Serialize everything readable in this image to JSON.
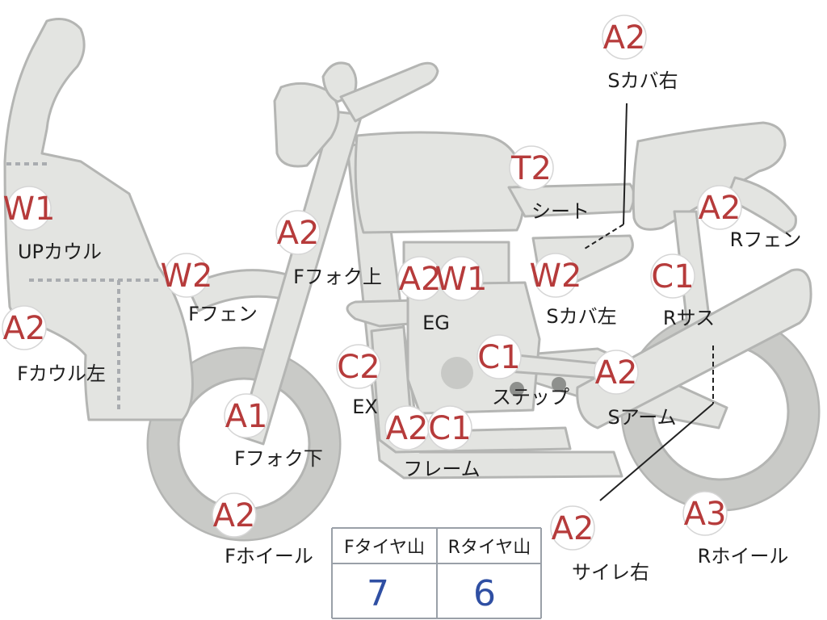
{
  "markers": [
    {
      "id": "s-cover-right",
      "code": "A2",
      "label": "Sカバ右"
    },
    {
      "id": "up-cowl",
      "code": "W1",
      "label": "UPカウル"
    },
    {
      "id": "seat",
      "code": "T2",
      "label": "シート"
    },
    {
      "id": "r-fender",
      "code": "A2",
      "label": "Rフェン"
    },
    {
      "id": "f-fork-upper",
      "code": "A2",
      "label": "Fフォク上"
    },
    {
      "id": "f-fender",
      "code": "W2",
      "label": "Fフェン"
    },
    {
      "id": "eg",
      "code": "A2",
      "label": "EG"
    },
    {
      "id": "eg-w1",
      "code": "W1",
      "label": ""
    },
    {
      "id": "s-cover-left",
      "code": "W2",
      "label": "Sカバ左"
    },
    {
      "id": "r-suspension",
      "code": "C1",
      "label": "Rサス"
    },
    {
      "id": "f-cowl-left",
      "code": "A2",
      "label": "Fカウル左"
    },
    {
      "id": "ex",
      "code": "C2",
      "label": "EX"
    },
    {
      "id": "step",
      "code": "C1",
      "label": "ステップ"
    },
    {
      "id": "s-arm",
      "code": "A2",
      "label": "Sアーム"
    },
    {
      "id": "f-fork-lower",
      "code": "A1",
      "label": "Fフォク下"
    },
    {
      "id": "frame",
      "code": "A2",
      "label": "フレーム"
    },
    {
      "id": "frame-c1",
      "code": "C1",
      "label": ""
    },
    {
      "id": "f-wheel",
      "code": "A2",
      "label": "Fホイール"
    },
    {
      "id": "silencer-right",
      "code": "A2",
      "label": "サイレ右"
    },
    {
      "id": "r-wheel",
      "code": "A3",
      "label": "Rホイール"
    }
  ],
  "tire_table": {
    "headers": [
      "Fタイヤ山",
      "Rタイヤ山"
    ],
    "values": [
      "7",
      "6"
    ]
  },
  "colors": {
    "marker_code": "#b63b3b",
    "body_fill": "#e3e4e1",
    "table_value": "#2f4fa3"
  }
}
